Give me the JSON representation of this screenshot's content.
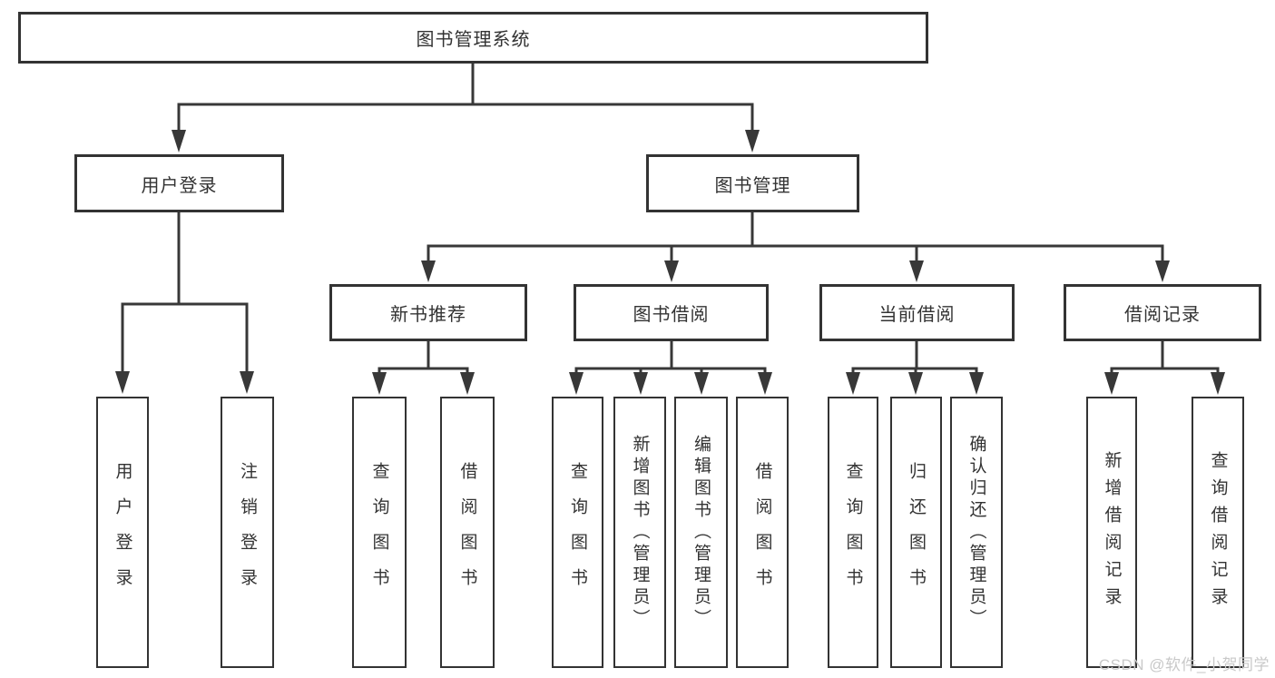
{
  "diagram": {
    "root": {
      "label": "图书管理系统"
    },
    "branches": [
      {
        "label": "用户登录",
        "children": [
          "用户登录",
          "注销登录"
        ]
      },
      {
        "label": "图书管理",
        "children_groups": [
          {
            "label": "新书推荐",
            "children": [
              "查询图书",
              "借阅图书"
            ]
          },
          {
            "label": "图书借阅",
            "children": [
              "查询图书",
              "新增图书（管理员）",
              "编辑图书（管理员）",
              "借阅图书"
            ]
          },
          {
            "label": "当前借阅",
            "children": [
              "查询图书",
              "归还图书",
              "确认归还（管理员）"
            ]
          },
          {
            "label": "借阅记录",
            "children": [
              "新增借阅记录",
              "查询借阅记录"
            ]
          }
        ]
      }
    ]
  },
  "watermark": {
    "text": "CSDN @软件_小贺同学",
    "color": "#c9c9c9"
  },
  "colors": {
    "line": "#383838",
    "box_border": "#333333",
    "box_fill": "#ffffff",
    "text": "#333333"
  }
}
